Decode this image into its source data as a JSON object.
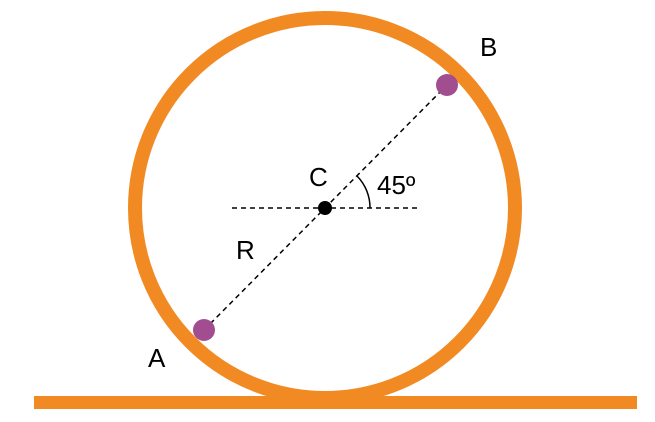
{
  "labels": {
    "point_a": "A",
    "point_b": "B",
    "center": "C",
    "radius": "R",
    "angle": "45º"
  },
  "colors": {
    "track": "#F28A24",
    "point": "#A34D91",
    "center": "#000000",
    "dash": "#000000",
    "background": "#FFFFFF"
  }
}
